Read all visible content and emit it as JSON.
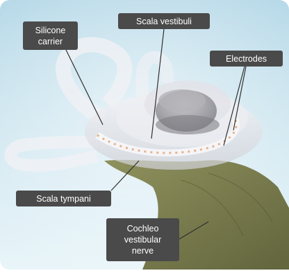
{
  "labels": {
    "silicone_carrier": [
      "Silicone",
      "carrier"
    ],
    "scala_vestibuli": "Scala vestibuli",
    "electrodes": "Electrodes",
    "scala_tympani": "Scala tympani",
    "cochleo_vestibular_nerve": [
      "Cochleo",
      "vestibular",
      "nerve"
    ]
  },
  "colors": {
    "background_top": "#b9dbe9",
    "background_bottom": "#e6f3f8",
    "label_fill": "#4a4a4a",
    "label_text": "#ffffff",
    "nerve": "#6d6f3f",
    "tissue": "#e8e8ec",
    "electrode_dots": "#e8b890"
  }
}
